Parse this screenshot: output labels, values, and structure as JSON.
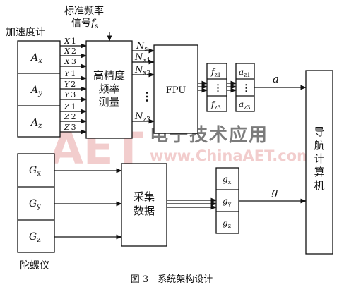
{
  "input": {
    "line1": "标准频率",
    "line2": "信号",
    "symbol": "f",
    "sub": "s"
  },
  "accel": {
    "title": "加速度计",
    "boxes": [
      {
        "main": "A",
        "sub": "x"
      },
      {
        "main": "A",
        "sub": "y"
      },
      {
        "main": "A",
        "sub": "z"
      }
    ],
    "signals": [
      {
        "main": "X",
        "sub": "1"
      },
      {
        "main": "X",
        "sub": "2"
      },
      {
        "main": "X",
        "sub": "3"
      },
      {
        "main": "Y",
        "sub": "1"
      },
      {
        "main": "Y",
        "sub": "2"
      },
      {
        "main": "Y",
        "sub": "3"
      },
      {
        "main": "Z",
        "sub": "1"
      },
      {
        "main": "Z",
        "sub": "2"
      },
      {
        "main": "Z",
        "sub": "3"
      }
    ]
  },
  "freq_block": {
    "lines": [
      "高精度",
      "频率",
      "测量"
    ]
  },
  "counts": [
    {
      "main": "N",
      "sub": "s"
    },
    {
      "main": "N",
      "sub": "x1"
    },
    {
      "main": "N",
      "sub": "x2"
    },
    {
      "main": "N",
      "sub": "z3"
    }
  ],
  "fpu": {
    "label": "FPU"
  },
  "f_col": [
    {
      "main": "f",
      "sub": "z1"
    },
    {
      "main": "f",
      "sub": "z3"
    }
  ],
  "a_col": [
    {
      "main": "a",
      "sub": "z1"
    },
    {
      "main": "a",
      "sub": "z3"
    }
  ],
  "outputs": {
    "a": "a",
    "g": "g"
  },
  "nav": {
    "chars": [
      "导",
      "航",
      "计",
      "算",
      "机"
    ]
  },
  "gyro": {
    "title": "陀螺仪",
    "boxes": [
      {
        "main": "G",
        "sub": "x"
      },
      {
        "main": "G",
        "sub": "y"
      },
      {
        "main": "G",
        "sub": "z"
      }
    ]
  },
  "acq_block": {
    "lines": [
      "采集",
      "数据"
    ]
  },
  "g_col": [
    {
      "main": "g",
      "sub": "x"
    },
    {
      "main": "g",
      "sub": "y"
    },
    {
      "main": "g",
      "sub": "z"
    }
  ],
  "ellipsis": "⋮",
  "caption": "图 3　系统架构设计",
  "watermark": {
    "big": "AET",
    "cn": "电子技术应用",
    "url": "www.ChinaAET.com"
  },
  "colors": {
    "watermark": "#e8a6a6",
    "line": "#111111"
  }
}
